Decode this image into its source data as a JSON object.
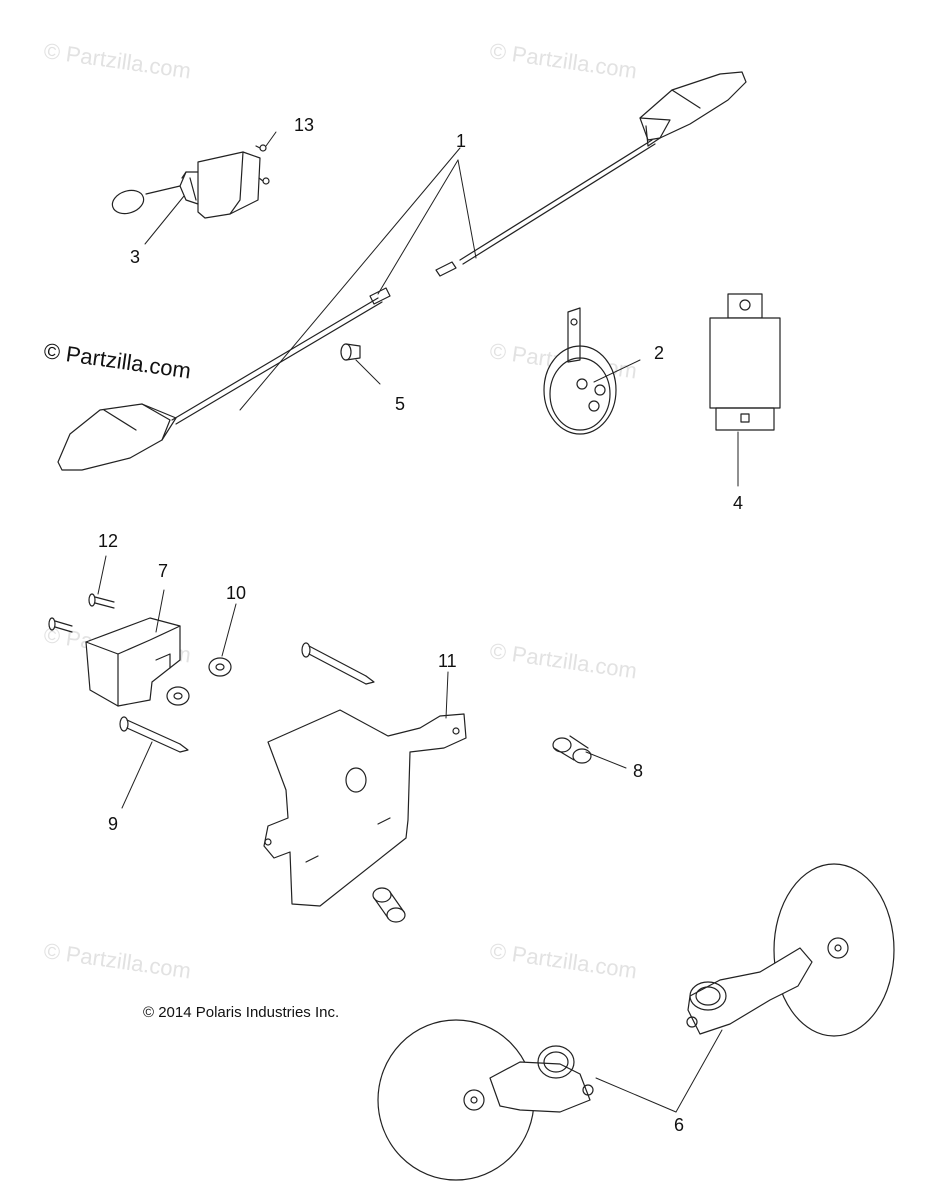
{
  "watermark": {
    "text": "© Partzilla.com"
  },
  "copyright": "© 2014 Polaris Industries Inc.",
  "callouts": {
    "c1": "1",
    "c2": "2",
    "c3": "3",
    "c4": "4",
    "c5": "5",
    "c6": "6",
    "c7": "7",
    "c8": "8",
    "c9": "9",
    "c10": "10",
    "c11": "11",
    "c12": "12",
    "c13": "13"
  }
}
